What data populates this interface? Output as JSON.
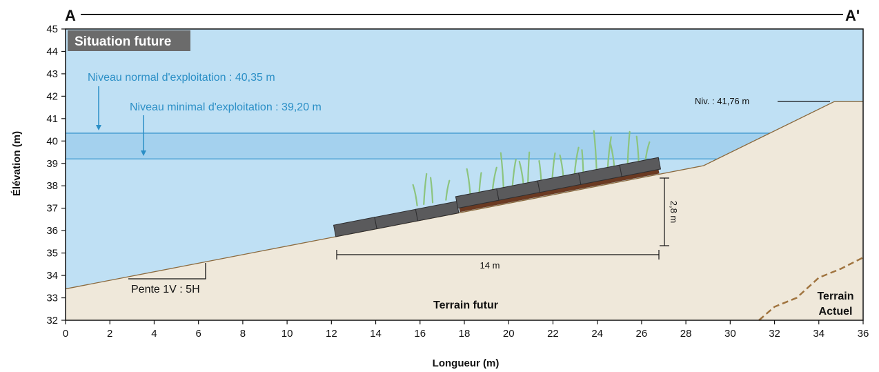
{
  "section": {
    "start": "A",
    "end": "A'"
  },
  "badge": {
    "text": "Situation future"
  },
  "levels": {
    "normal": {
      "label": "Niveau normal d'exploitation : 40,35 m",
      "value": 40.35
    },
    "minimal": {
      "label": "Niveau minimal d'exploitation : 39,20 m",
      "value": 39.2
    },
    "crest": {
      "label": "Niv. : 41,76 m",
      "value": 41.76
    }
  },
  "annotations": {
    "slope": "Pente 1V : 5H",
    "terrain_futur": "Terrain futur",
    "terrain_actuel_1": "Terrain",
    "terrain_actuel_2": "Actuel",
    "width_dim": "14 m",
    "height_dim": "2,8 m"
  },
  "axes": {
    "xlabel": "Longueur (m)",
    "ylabel": "Élévation (m)",
    "xlim": [
      0,
      36
    ],
    "ylim": [
      32,
      45
    ],
    "xticks": [
      "0",
      "2",
      "4",
      "6",
      "8",
      "10",
      "12",
      "14",
      "16",
      "18",
      "20",
      "22",
      "24",
      "26",
      "28",
      "30",
      "32",
      "34",
      "36"
    ],
    "yticks": [
      "32",
      "33",
      "34",
      "35",
      "36",
      "37",
      "38",
      "39",
      "40",
      "41",
      "42",
      "43",
      "44",
      "45"
    ]
  },
  "profile": {
    "terrain_futur": [
      [
        0,
        33.4
      ],
      [
        28.8,
        38.9
      ],
      [
        34.7,
        41.76
      ],
      [
        36,
        41.76
      ]
    ],
    "terrain_actuel": [
      [
        31.3,
        32
      ],
      [
        32,
        32.6
      ],
      [
        33,
        33
      ],
      [
        34,
        33.9
      ],
      [
        35,
        34.3
      ],
      [
        36,
        34.8
      ]
    ]
  },
  "colors": {
    "water": "#bfe0f4",
    "water_band": "#a4d1ee",
    "water_line": "#3a96cf",
    "ground": "#efe8da",
    "ground_line": "#8b6a3e",
    "actuel_line": "#a0743f",
    "mat": "#5a5a5c",
    "wood": "#6b3a22",
    "grass": "#8cc47e",
    "badge_bg": "#6b6b6b",
    "label_blue": "#2b8fc6"
  }
}
